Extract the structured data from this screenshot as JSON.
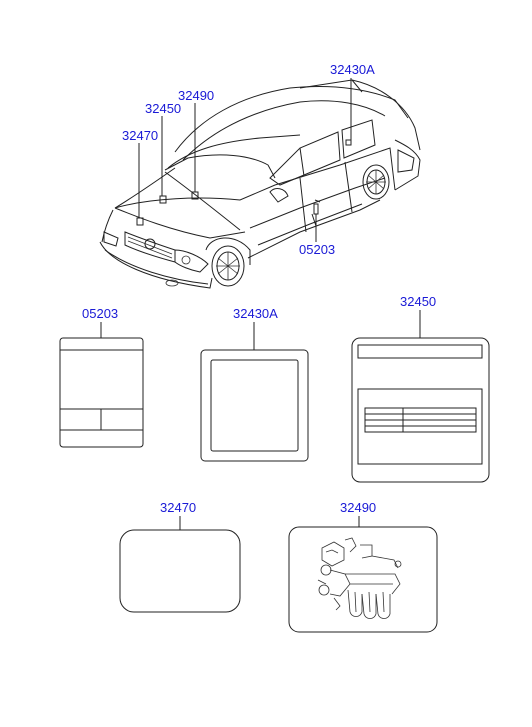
{
  "callouts": {
    "car_32430A": "32430A",
    "car_32490": "32490",
    "car_32450": "32450",
    "car_32470": "32470",
    "car_05203": "05203"
  },
  "labels": {
    "l05203": "05203",
    "l32430A": "32430A",
    "l32450": "32450",
    "l32470": "32470",
    "l32490": "32490"
  },
  "colors": {
    "callout_text": "#1a1ad6",
    "line": "#222222"
  }
}
